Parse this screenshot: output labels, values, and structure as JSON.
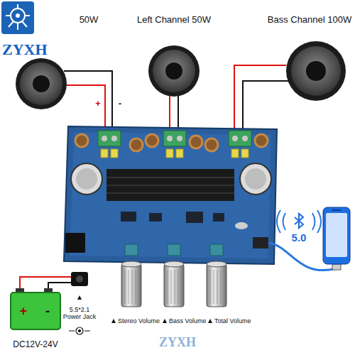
{
  "diagram": {
    "labels": [
      "ZYXH",
      "50W",
      "Left Channel 50W",
      "Bass Channel 100W",
      "+",
      "-",
      "5.0",
      "DC12V-24V",
      "+",
      "-",
      "5.5*2.1 Power Jack",
      "Stereo Volume",
      "Bass Volume",
      "Total Volume",
      "ZYXH"
    ]
  }
}
